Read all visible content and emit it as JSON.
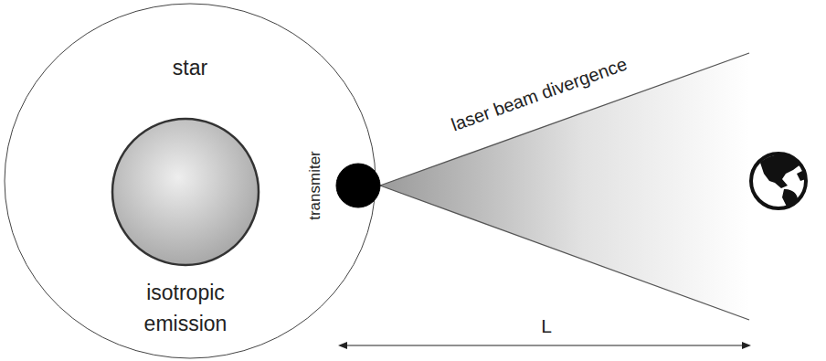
{
  "diagram": {
    "nodes": [
      {
        "text": [
          "star",
          "isotropic emission"
        ]
      },
      {
        "text": [
          "transmiter"
        ]
      }
    ],
    "labels": [
      "laser beam divergence",
      "L"
    ]
  }
}
